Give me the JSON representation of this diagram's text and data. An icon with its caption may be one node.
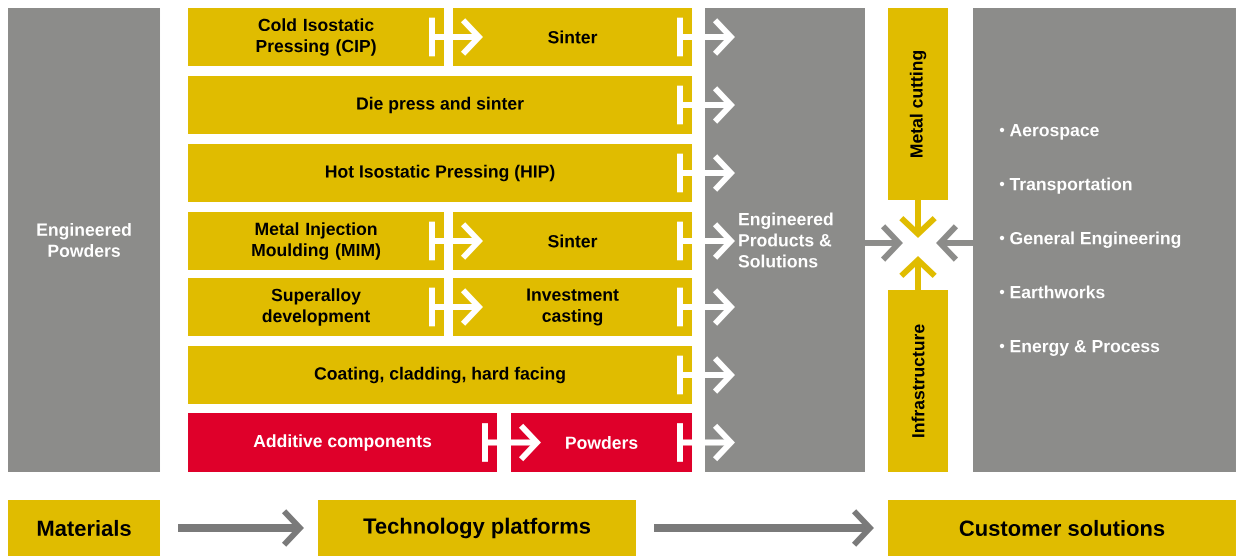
{
  "diagram": {
    "nodes": [
      {
        "text": [
          "Engineered Powders"
        ]
      },
      {
        "text": [
          "Cold Isostatic Pressing (CIP)"
        ]
      },
      {
        "text": [
          "Sinter"
        ]
      },
      {
        "text": [
          "Die press and sinter"
        ]
      },
      {
        "text": [
          "Hot Isostatic Pressing (HIP)"
        ]
      },
      {
        "text": [
          "Metal Injection Moulding (MIM)"
        ]
      },
      {
        "text": [
          "Sinter"
        ]
      },
      {
        "text": [
          "Superalloy development"
        ]
      },
      {
        "text": [
          "Investment casting"
        ]
      },
      {
        "text": [
          "Coating, cladding, hard facing"
        ]
      },
      {
        "text": [
          "Additive components"
        ]
      },
      {
        "text": [
          "Powders"
        ]
      },
      {
        "text": [
          "Engineered Products & Solutions"
        ]
      },
      {
        "text": [
          "Metal cutting"
        ]
      },
      {
        "text": [
          "Infrastructure"
        ]
      },
      {
        "text": [
          "Aerospace",
          "Transportation",
          "General Engineering",
          "Earthworks",
          "Energy & Process"
        ]
      },
      {
        "text": [
          "Materials"
        ]
      },
      {
        "text": [
          "Technology platforms"
        ]
      },
      {
        "text": [
          "Customer solutions"
        ]
      }
    ],
    "edges": [
      {
        "from": 1,
        "to": 2,
        "arrow": "to"
      },
      {
        "from": 2,
        "to": 12,
        "arrow": "to"
      },
      {
        "from": 3,
        "to": 12,
        "arrow": "to"
      },
      {
        "from": 4,
        "to": 12,
        "arrow": "to"
      },
      {
        "from": 5,
        "to": 6,
        "arrow": "to"
      },
      {
        "from": 6,
        "to": 12,
        "arrow": "to"
      },
      {
        "from": 7,
        "to": 8,
        "arrow": "to"
      },
      {
        "from": 8,
        "to": 12,
        "arrow": "to"
      },
      {
        "from": 9,
        "to": 12,
        "arrow": "to"
      },
      {
        "from": 10,
        "to": 11,
        "arrow": "to"
      },
      {
        "from": 11,
        "to": 12,
        "arrow": "to"
      },
      {
        "from": 12,
        "to": null,
        "arrow": "to",
        "color": "#8c8c8a"
      },
      {
        "from": 15,
        "to": null,
        "arrow": "to",
        "color": "#8c8c8a"
      },
      {
        "from": 13,
        "to": null,
        "arrow": "to",
        "color": "#e0bc00"
      },
      {
        "from": 14,
        "to": null,
        "arrow": "to",
        "color": "#e0bc00"
      },
      {
        "from": 16,
        "to": 17,
        "arrow": "to",
        "color": "#7a7a7a"
      },
      {
        "from": 17,
        "to": 18,
        "arrow": "to",
        "color": "#7a7a7a"
      }
    ]
  }
}
